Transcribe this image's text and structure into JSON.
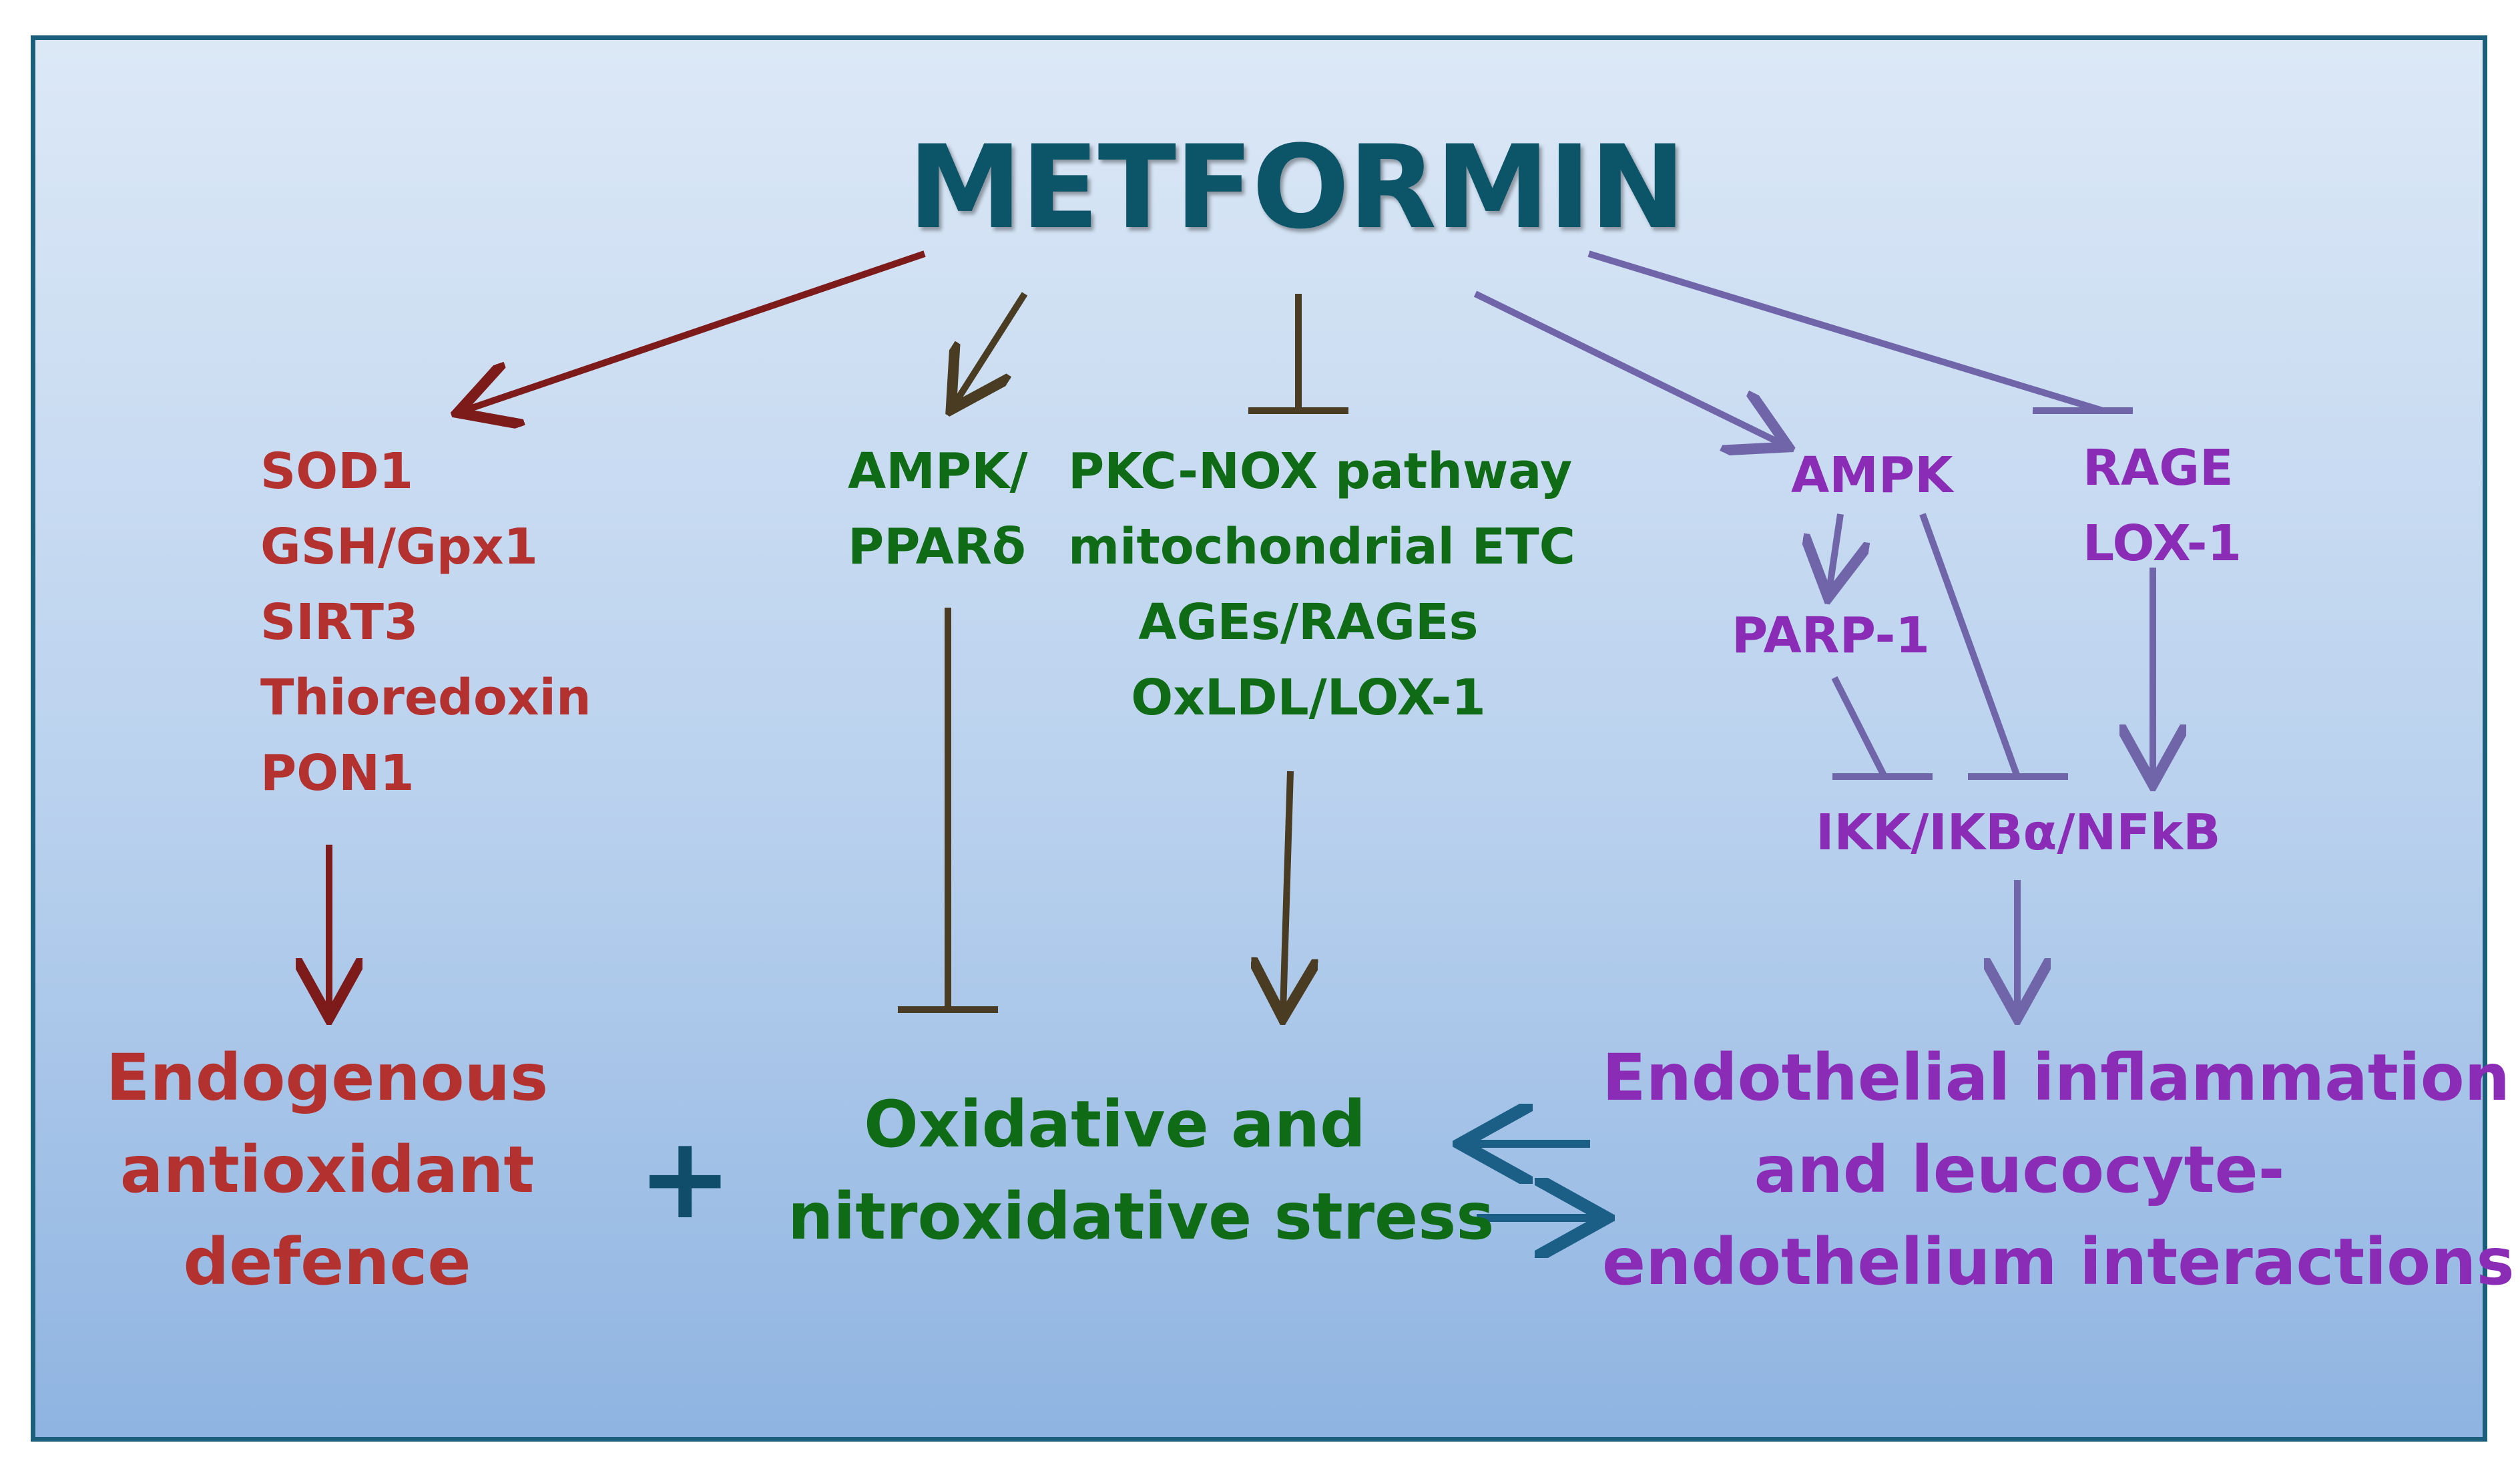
{
  "title": "METFORMIN",
  "antioxidants": [
    "SOD1",
    "GSH/Gpx1",
    "SIRT3",
    "Thioredoxin",
    "PON1"
  ],
  "ampk_ppar": [
    "AMPK/",
    "PPARδ"
  ],
  "pathways": [
    "PKC-NOX pathway",
    "mitochondrial ETC",
    "AGEs/RAGEs",
    "OxLDL/LOX-1"
  ],
  "ampk": "AMPK",
  "parp": "PARP-1",
  "rage_lox": [
    "RAGE",
    "LOX-1"
  ],
  "ikk": "IKK/IKBα/NFkB",
  "outcome_antioxidant": [
    "Endogenous",
    "antioxidant",
    "defence"
  ],
  "plus": "+",
  "outcome_stress": [
    "Oxidative and",
    "nitroxidative stress"
  ],
  "outcome_inflammation": [
    "Endothelial inflammation",
    "and leucocyte-",
    "endothelium interactions"
  ],
  "colors": {
    "red": "#b3312f",
    "dark_red": "#7d1b1b",
    "green": "#0f6b16",
    "brown": "#4a3c22",
    "purple": "#8a2cb5",
    "lavender": "#6f65a8",
    "teal": "#0c5468",
    "blue_arrow": "#1c5f86"
  }
}
